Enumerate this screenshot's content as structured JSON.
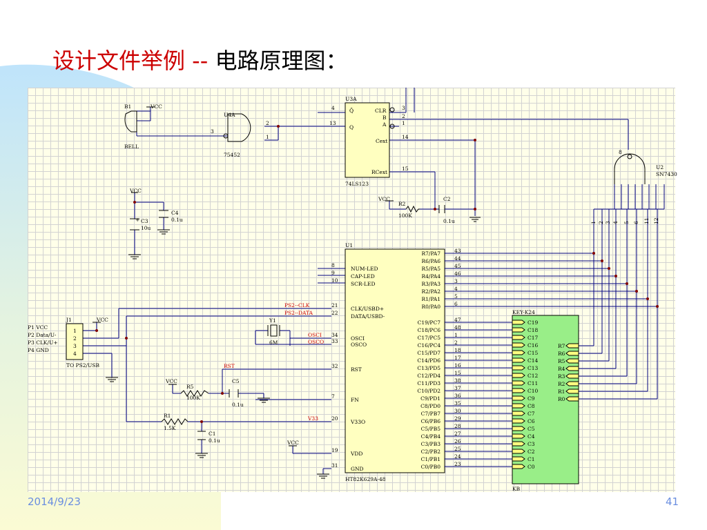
{
  "title": {
    "red": "设计文件举例 --",
    "black": "电路原理图："
  },
  "footer": {
    "date": "2014/9/23",
    "page": "41"
  },
  "colors": {
    "title_red": "#cc0000",
    "wire": "#000080",
    "junction": "#800000",
    "signal_red": "#cc0000",
    "keyboard_fill": "#99ee88",
    "grid_bg": "#ffffe9"
  },
  "schematic": {
    "bell": {
      "ref": "B1",
      "name": "BELL",
      "vcc": "VCC"
    },
    "u4a": {
      "ref": "U4A",
      "part": "75452",
      "pins": [
        "3",
        "2",
        "1"
      ]
    },
    "u3a": {
      "ref": "U3A",
      "part": "74LS123",
      "left_pins": [
        "4",
        "13"
      ],
      "left_labels": [
        "Q̄",
        "Q"
      ],
      "right_labels": [
        "CLR",
        "B",
        "A",
        "Cext",
        "RCext"
      ],
      "right_pins": [
        "3",
        "2",
        "1",
        "14",
        "15"
      ]
    },
    "u2": {
      "ref": "U2",
      "part": "SN7430",
      "out_pin": "8",
      "pins": [
        "1",
        "2",
        "3",
        "4",
        "5",
        "6",
        "11",
        "12"
      ]
    },
    "c3": {
      "ref": "C3",
      "value": "10u",
      "plus": "+"
    },
    "c4": {
      "ref": "C4",
      "value": "0.1u"
    },
    "vcc_c3": "VCC",
    "r2": {
      "ref": "R2",
      "value": "100K",
      "vcc": "VCC"
    },
    "c2": {
      "ref": "C2",
      "value": "0.1u"
    },
    "j1": {
      "ref": "J1",
      "part": "TO PS2/USB",
      "vcc": "VCC",
      "pins": [
        "1",
        "2",
        "3",
        "4"
      ],
      "labels": [
        "P1 VCC",
        "P2 Data/U-",
        "P3 CLK/U+",
        "P4 GND"
      ]
    },
    "y1": {
      "ref": "Y1",
      "value": "6M"
    },
    "r5": {
      "ref": "R5",
      "value": "100K",
      "vcc": "VCC"
    },
    "c5": {
      "ref": "C5",
      "value": "0.1u"
    },
    "r1": {
      "ref": "R1",
      "value": "1.5K"
    },
    "c1": {
      "ref": "C1",
      "value": "0.1u"
    },
    "vcc_vdd": "VCC",
    "net_labels": [
      "PS2--CLK",
      "PS2--DATA",
      "OSCI",
      "OSCO",
      "RST",
      "V33"
    ],
    "u1": {
      "ref": "U1",
      "part": "HT82K629A-48",
      "top_left_pins": [
        "8",
        "9",
        "10"
      ],
      "top_left_labels": [
        "NUM-LED",
        "CAP-LED",
        "SCR-LED"
      ],
      "clk_pins": [
        "21",
        "22"
      ],
      "clk_labels": [
        "CLK/USBD+",
        "DATA/USBD-"
      ],
      "osc_pins": [
        "34",
        "33"
      ],
      "osc_labels": [
        "OSCI",
        "OSCO"
      ],
      "low_pins": [
        "32",
        "7",
        "20",
        "19",
        "31"
      ],
      "low_labels": [
        "RST",
        "FN",
        "V33O",
        "VDD",
        "GND"
      ],
      "r_labels": [
        "R7/PA7",
        "R6/PA6",
        "R5/PA5",
        "R4/PA4",
        "R3/PA3",
        "R2/PA2",
        "R1/PA1",
        "R0/PA0"
      ],
      "r_pins": [
        "43",
        "44",
        "45",
        "46",
        "3",
        "4",
        "5",
        "6"
      ],
      "c_labels": [
        "C19/PC7",
        "C18/PC6",
        "C17/PC5",
        "C16/PC4",
        "C15/PD7",
        "C14/PD6",
        "C13/PD5",
        "C12/PD4",
        "C11/PD3",
        "C10/PD2",
        "C9/PD1",
        "C8/PD0",
        "C7/PB7",
        "C6/PB6",
        "C5/PB5",
        "C4/PB4",
        "C3/PB3",
        "C2/PB2",
        "C1/PB1",
        "C0/PB0"
      ],
      "c_pins": [
        "47",
        "48",
        "1",
        "2",
        "18",
        "17",
        "16",
        "15",
        "38",
        "37",
        "36",
        "35",
        "30",
        "29",
        "28",
        "27",
        "26",
        "25",
        "24",
        "23"
      ]
    },
    "kb": {
      "ref": "KB",
      "part": "KEY-K24",
      "c_labels": [
        "C19",
        "C18",
        "C17",
        "C16",
        "C15",
        "C14",
        "C13",
        "C12",
        "C11",
        "C10",
        "C9",
        "C8",
        "C7",
        "C6",
        "C5",
        "C4",
        "C3",
        "C2",
        "C1",
        "C0"
      ],
      "r_labels": [
        "R7",
        "R6",
        "R5",
        "R4",
        "R3",
        "R2",
        "R1",
        "R0"
      ]
    }
  }
}
